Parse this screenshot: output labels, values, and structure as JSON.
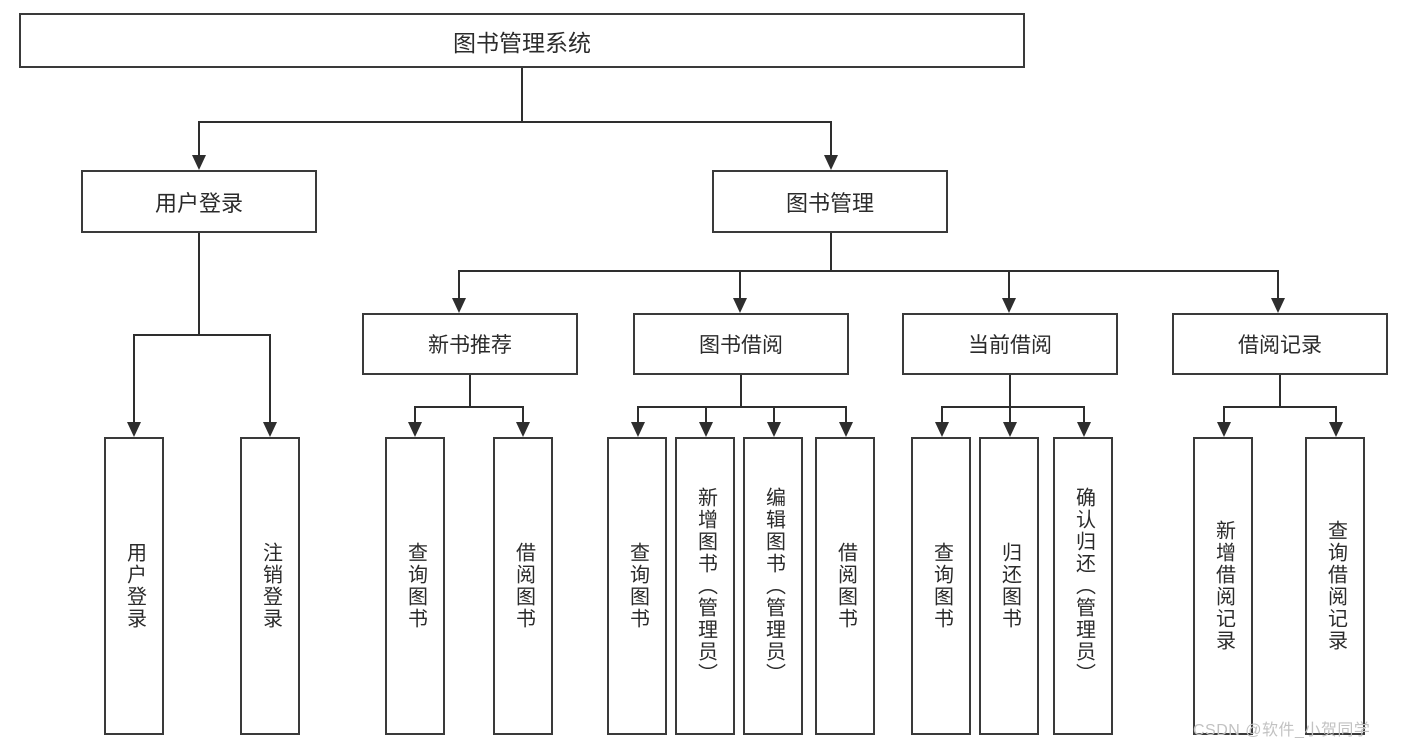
{
  "diagram": {
    "title": "图书管理系统",
    "type": "hierarchy-tree",
    "root": {
      "label": "图书管理系统"
    },
    "level1": [
      {
        "id": "user-login",
        "label": "用户登录"
      },
      {
        "id": "book-manage",
        "label": "图书管理"
      }
    ],
    "level2": [
      {
        "id": "new-book",
        "label": "新书推荐"
      },
      {
        "id": "book-borrow",
        "label": "图书借阅"
      },
      {
        "id": "current-borrow",
        "label": "当前借阅"
      },
      {
        "id": "borrow-record",
        "label": "借阅记录"
      }
    ],
    "leaves": [
      {
        "id": "leaf-user-login",
        "parent": "user-login",
        "label": "用户登录"
      },
      {
        "id": "leaf-logout-login",
        "parent": "user-login",
        "label": "注销登录"
      },
      {
        "id": "leaf-query-book-1",
        "parent": "new-book",
        "label": "查询图书"
      },
      {
        "id": "leaf-borrow-book-1",
        "parent": "new-book",
        "label": "借阅图书"
      },
      {
        "id": "leaf-query-book-2",
        "parent": "book-borrow",
        "label": "查询图书"
      },
      {
        "id": "leaf-add-book",
        "parent": "book-borrow",
        "label": "新增图书（管理员）"
      },
      {
        "id": "leaf-edit-book",
        "parent": "book-borrow",
        "label": "编辑图书（管理员）"
      },
      {
        "id": "leaf-borrow-book-2",
        "parent": "book-borrow",
        "label": "借阅图书"
      },
      {
        "id": "leaf-query-book-3",
        "parent": "current-borrow",
        "label": "查询图书"
      },
      {
        "id": "leaf-return-book",
        "parent": "current-borrow",
        "label": "归还图书"
      },
      {
        "id": "leaf-confirm-return",
        "parent": "current-borrow",
        "label": "确认归还（管理员）"
      },
      {
        "id": "leaf-add-record",
        "parent": "borrow-record",
        "label": "新增借阅记录"
      },
      {
        "id": "leaf-query-record",
        "parent": "borrow-record",
        "label": "查询借阅记录"
      }
    ],
    "colors": {
      "border": "#3a3a3a",
      "connector": "#2e2e2e",
      "text": "#2b2b2b",
      "background": "#ffffff",
      "watermark": "#c2c2c2"
    }
  },
  "watermark": {
    "text": "CSDN @软件_小贺同学"
  }
}
